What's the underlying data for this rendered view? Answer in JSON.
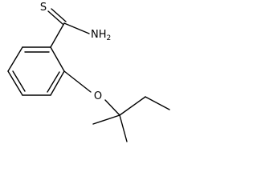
{
  "molecule": {
    "atoms": {
      "sulfur": "S",
      "nitrogen": "NH",
      "nitrogen_subscript": "2",
      "oxygen": "O"
    }
  }
}
